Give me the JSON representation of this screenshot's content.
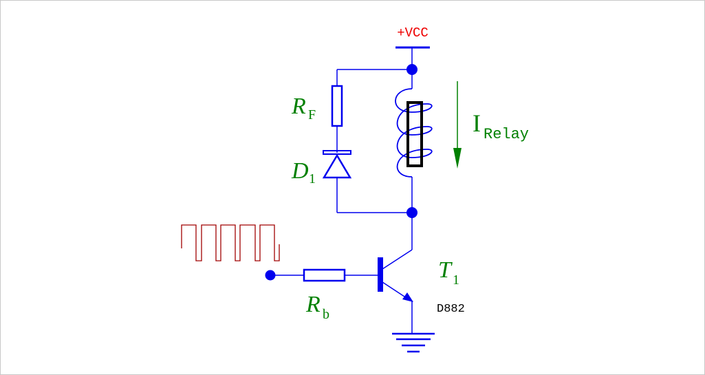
{
  "colors": {
    "wire": "#0000ee",
    "label_green": "#008000",
    "supply_red": "#ee0000",
    "pulse_red": "#a00000",
    "core_black": "#000000",
    "frame": "#c8c8c8"
  },
  "labels": {
    "vcc": "+VCC",
    "rf_main": "R",
    "rf_sub": "F",
    "d1_main": "D",
    "d1_sub": "1",
    "current_main": "I",
    "current_sub": "Relay",
    "t1_main": "T",
    "t1_sub": "1",
    "part_number": "D882",
    "rb_main": "R",
    "rb_sub": "b"
  },
  "components": {
    "supply": "vcc-rail",
    "freewheel_resistor": "resistor-icon",
    "freewheel_diode": "diode-icon",
    "relay": "relay-coil-icon",
    "current_arrow": "arrow-down-icon",
    "transistor": "npn-transistor-icon",
    "base_resistor": "resistor-icon",
    "input_signal": "square-wave-icon",
    "ground": "ground-icon"
  }
}
